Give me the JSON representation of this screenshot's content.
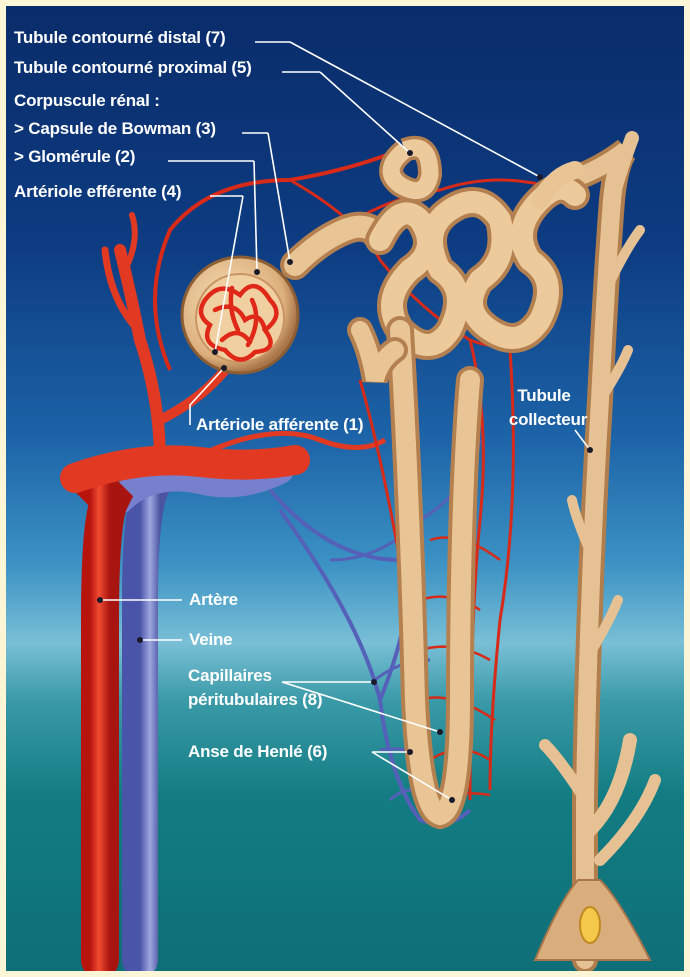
{
  "labels": {
    "distal": "Tubule contourné distal (7)",
    "proximal": "Tubule contourné proximal (5)",
    "corpuscule": "Corpuscule rénal :",
    "bowman": "> Capsule de Bowman (3)",
    "glomerule": "> Glomérule (2)",
    "efferente": "Artériole efférente (4)",
    "afferente": "Artériole afférente (1)",
    "collecteur_1": "Tubule",
    "collecteur_2": "collecteur",
    "artere": "Artère",
    "veine": "Veine",
    "capillaires_1": "Capillaires",
    "capillaires_2": "péritubulaires (8)",
    "henle": "Anse de Henlé (6)"
  },
  "colors": {
    "artery": "#e8321c",
    "vein": "#6b74c4",
    "tubule": "#e2b98a",
    "label_text": "#ffffff",
    "background_top": "#0a2c6a",
    "background_horizon": "#79bfd6",
    "background_bottom": "#0f6f78",
    "frame": "#fdf6d6"
  }
}
